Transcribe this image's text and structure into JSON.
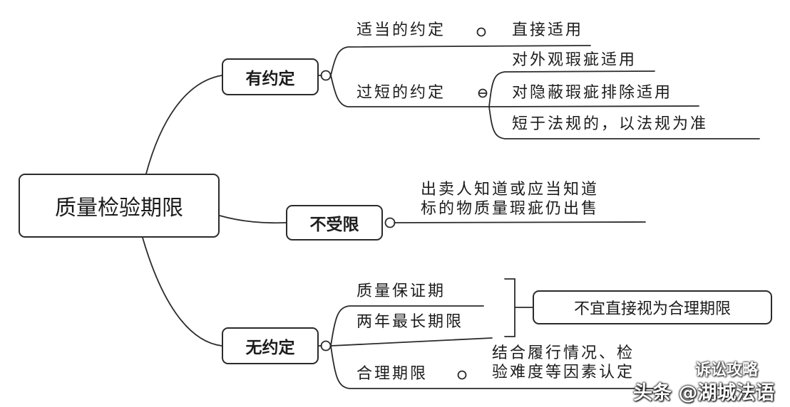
{
  "root": {
    "label": "质量检验期限"
  },
  "branches": {
    "agreed": {
      "label": "有约定",
      "children": {
        "appropriate": {
          "label": "适当的约定",
          "result": "直接适用"
        },
        "too_short": {
          "label": "过短的约定",
          "results": [
            "对外观瑕疵适用",
            "对隐蔽瑕疵排除适用",
            "短于法规的，以法规为准"
          ]
        }
      }
    },
    "unlimited": {
      "label": "不受限",
      "note": [
        "出卖人知道或应当知道",
        "标的物质量瑕疵仍出售"
      ]
    },
    "no_agreement": {
      "label": "无约定",
      "children": {
        "warranty": {
          "label": "质量保证期"
        },
        "two_years": {
          "label": "两年最长期限"
        },
        "bracket_note": "不宜直接视为合理期限",
        "reasonable": {
          "label": "合理期限",
          "note": [
            "结合履行情况、检",
            "验难度等因素认定"
          ]
        }
      }
    }
  },
  "watermark": {
    "main": "头条 @湖城法语",
    "faded": "诉讼攻略"
  }
}
